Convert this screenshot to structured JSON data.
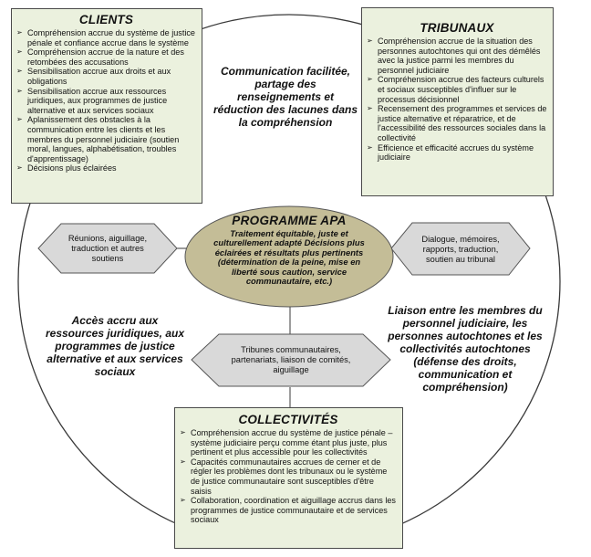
{
  "clients": {
    "title": "CLIENTS",
    "items": [
      "Compréhension accrue du système de justice pénale et confiance accrue dans le système",
      "Compréhension accrue de la nature et des retombées des accusations",
      "Sensibilisation accrue aux droits et aux obligations",
      "Sensibilisation accrue aux ressources juridiques, aux programmes de justice alternative et aux services sociaux",
      "Aplanissement des obstacles à la communication entre les clients et les membres du personnel judiciaire (soutien moral, langues, alphabétisation, troubles d'apprentissage)",
      "Décisions plus éclairées"
    ]
  },
  "tribunaux": {
    "title": "TRIBUNAUX",
    "items": [
      "Compréhension accrue de la situation des personnes autochtones qui ont des démêlés avec la justice parmi les membres du personnel judiciaire",
      "Compréhension accrue des facteurs culturels et sociaux susceptibles d'influer sur le processus décisionnel",
      "Recensement des programmes et services de justice alternative et réparatrice, et de l'accessibilité des ressources sociales dans la collectivité",
      "Efficience et efficacité accrues du système judiciaire"
    ]
  },
  "collectivites": {
    "title": "COLLECTIVITÉS",
    "items": [
      "Compréhension accrue du système de justice pénale – système judiciaire perçu comme étant plus juste, plus pertinent et plus accessible pour les collectivités",
      "Capacités communautaires accrues de cerner et de régler les problèmes dont les tribunaux ou le système de justice communautaire sont susceptibles d'être saisis",
      "Collaboration, coordination et aiguillage accrus dans les programmes de justice communautaire et de services sociaux"
    ]
  },
  "center": {
    "title": "PROGRAMME APA",
    "body": "Traitement équitable, juste et culturellement adapté Décisions plus éclairées et résultats plus pertinents (détermination de la peine, mise en liberté sous caution, service communautaire, etc.)"
  },
  "hexagons": {
    "left": "Réunions, aiguillage, traduction et autres soutiens",
    "right": "Dialogue, mémoires, rapports, traduction, soutien au tribunal",
    "bottom": "Tribunes communautaires, partenariats, liaison de comités, aiguillage"
  },
  "labels": {
    "top": "Communication facilitée, partage des renseignements et réduction des lacunes dans la compréhension",
    "left": "Accès accru aux ressources juridiques, aux programmes de justice alternative et aux services sociaux",
    "right": "Liaison entre les membres du personnel judiciaire, les personnes autochtones et les collectivités autochtones (défense des droits, communication et compréhension)"
  },
  "colors": {
    "box_fill": "#ebf1de",
    "hex_fill": "#d9d9d9",
    "ellipse_fill": "#c4bd97",
    "line": "#3a3a3a"
  }
}
